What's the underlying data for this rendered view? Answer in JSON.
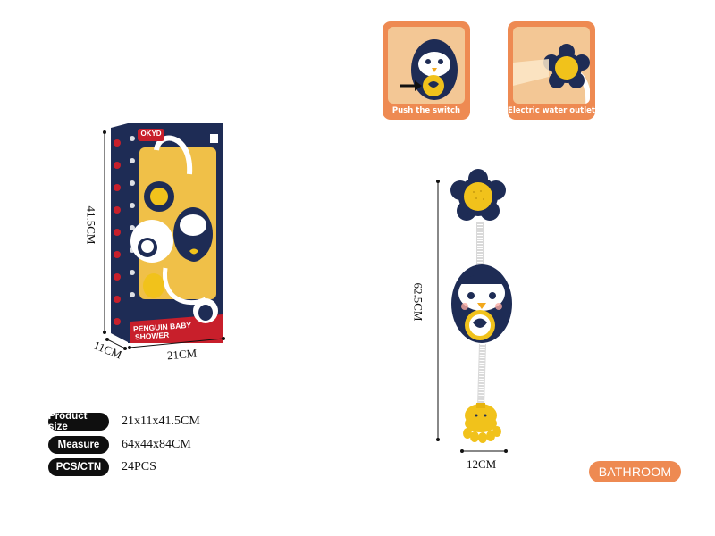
{
  "features": [
    {
      "caption": "Push the switch",
      "icon": "penguin-switch-icon"
    },
    {
      "caption": "Electric water outlet",
      "icon": "shower-head-water-icon"
    }
  ],
  "package": {
    "brand": "OKYD",
    "title_line1": "PENGUIN BABY",
    "title_line2": "SHOWER",
    "colors": {
      "navy": "#1e2c55",
      "red": "#c81f2b",
      "yellow": "#f1c21b"
    }
  },
  "dimensions": {
    "box_height": "41.5CM",
    "box_depth": "11CM",
    "box_width": "21CM",
    "product_height": "62.5CM",
    "product_width": "12CM"
  },
  "specs": [
    {
      "label": "Product size",
      "value": "21x11x41.5CM"
    },
    {
      "label": "Measure",
      "value": "64x44x84CM"
    },
    {
      "label": "PCS/CTN",
      "value": "24PCS"
    }
  ],
  "category": "BATHROOM",
  "accent_color": "#ee8a52"
}
